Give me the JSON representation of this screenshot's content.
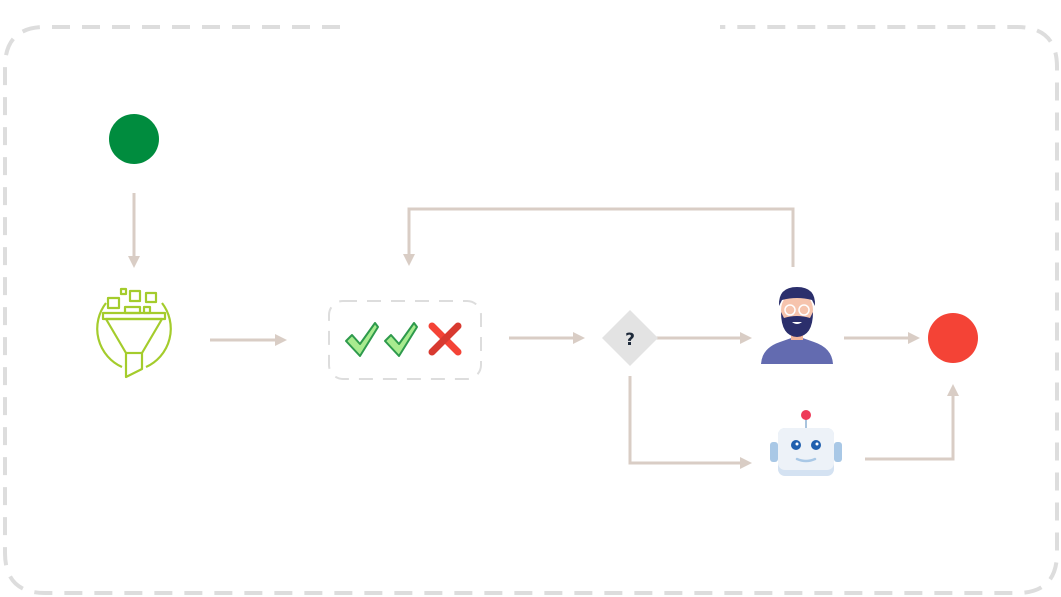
{
  "diagram": {
    "decision_label": "?",
    "colors": {
      "start": "#008c3e",
      "end": "#f44336",
      "connector": "#d9cdc5",
      "border": "#dddddd",
      "funnel": "#a4cc2c",
      "check": "#2e9a4c",
      "cross": "#e53935",
      "person_shirt": "#636bb0",
      "robot_antenna": "#ee3a58"
    },
    "nodes": [
      {
        "id": "start",
        "icon": "start-circle"
      },
      {
        "id": "filter",
        "icon": "funnel-icon"
      },
      {
        "id": "validation",
        "icon": "check-check-cross-icon"
      },
      {
        "id": "decision",
        "icon": "diamond-icon"
      },
      {
        "id": "human",
        "icon": "person-avatar-icon"
      },
      {
        "id": "bot",
        "icon": "robot-icon"
      },
      {
        "id": "end",
        "icon": "end-circle"
      }
    ]
  }
}
